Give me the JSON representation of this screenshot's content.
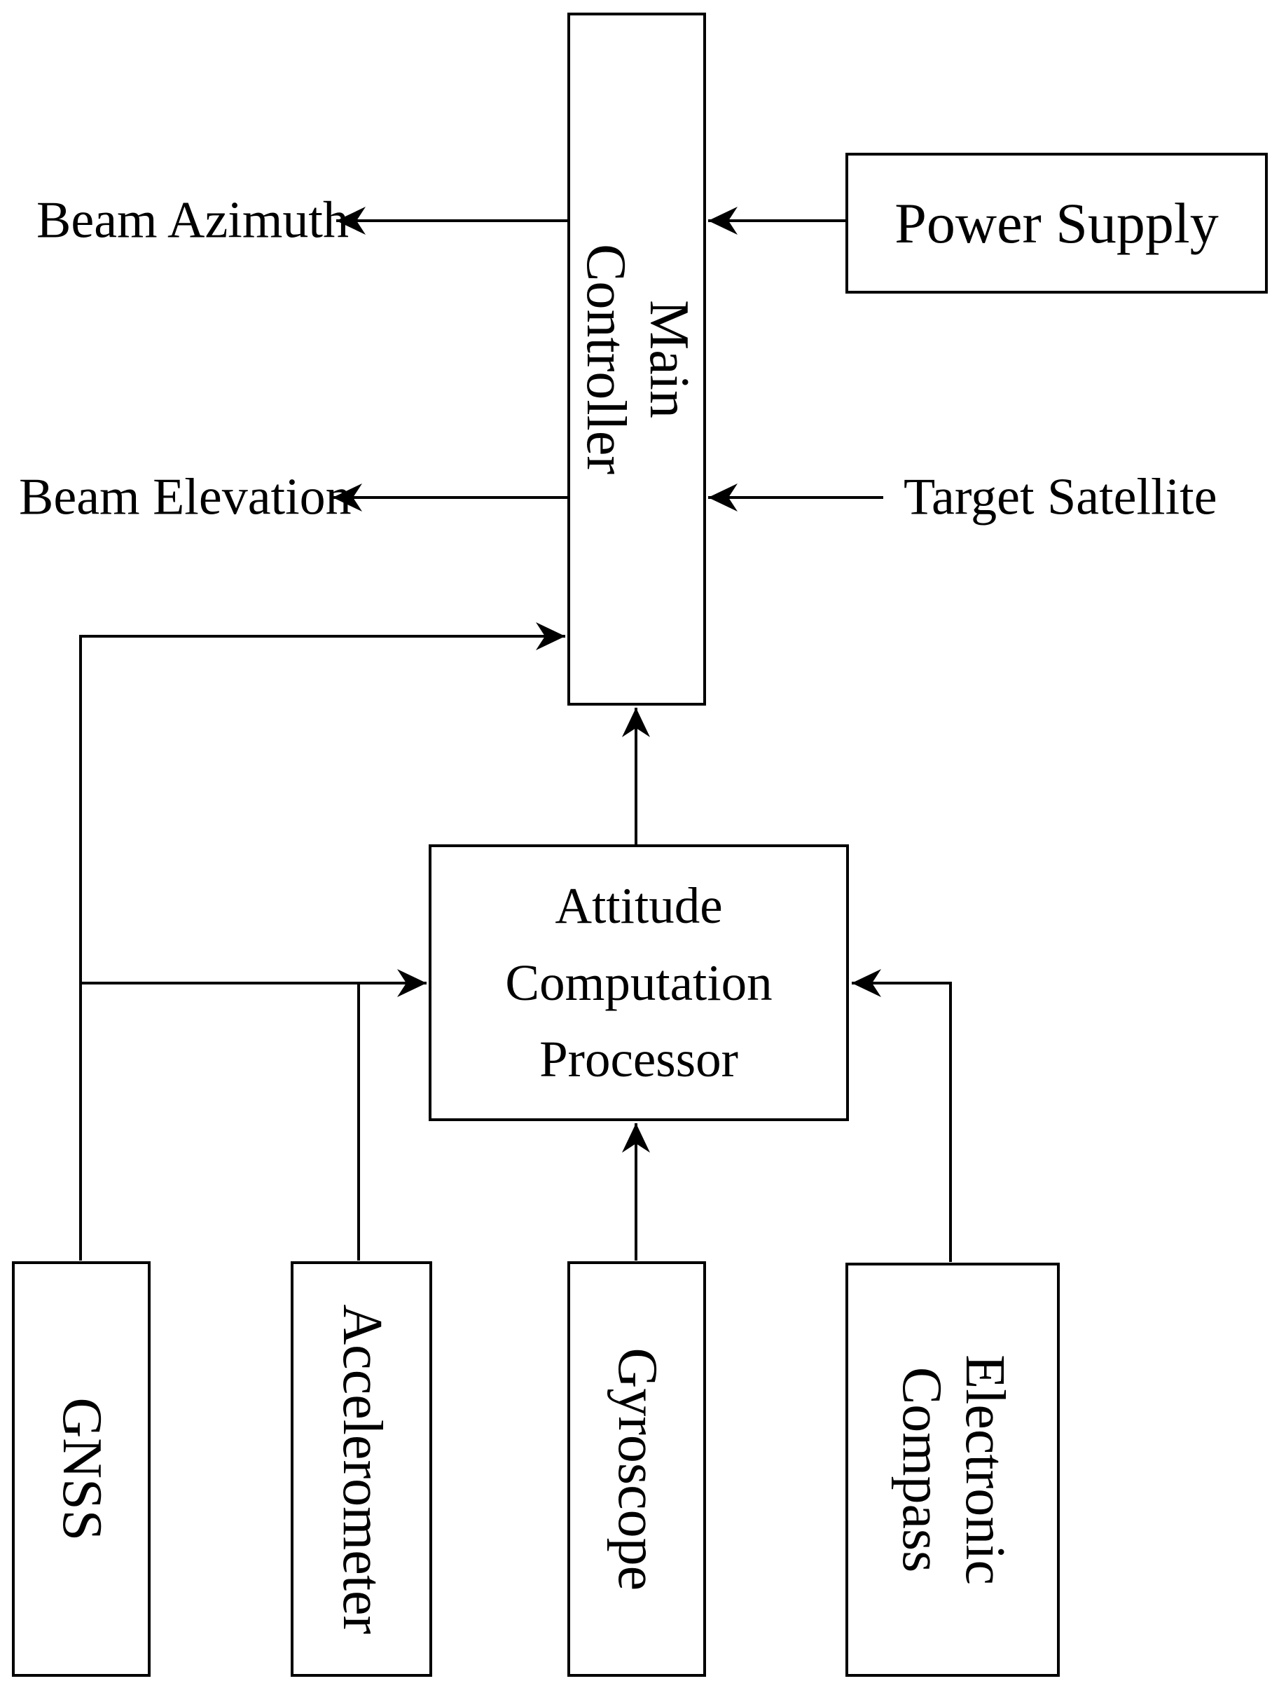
{
  "diagram": {
    "description": "Block diagram of a satellite antenna beam pointing control system",
    "colors": {
      "ink": "#000000",
      "background": "#ffffff",
      "box_fill": "#ffffff"
    },
    "nodes": [
      {
        "id": "main_controller",
        "label": "Main Controller",
        "text_orientation": "vertical"
      },
      {
        "id": "power_supply",
        "label": "Power Supply",
        "text_orientation": "horizontal"
      },
      {
        "id": "attitude_processor",
        "label": "Attitude\nComputation\nProcessor",
        "text_orientation": "horizontal"
      },
      {
        "id": "gnss",
        "label": "GNSS",
        "text_orientation": "vertical"
      },
      {
        "id": "accelerometer",
        "label": "Accelerometer",
        "text_orientation": "vertical"
      },
      {
        "id": "gyroscope",
        "label": "Gyroscope",
        "text_orientation": "vertical"
      },
      {
        "id": "electronic_compass",
        "label": "Electronic\nCompass",
        "text_orientation": "vertical"
      }
    ],
    "labels": [
      {
        "id": "beam_azimuth",
        "text": "Beam Azimuth"
      },
      {
        "id": "beam_elevation",
        "text": "Beam Elevation"
      },
      {
        "id": "target_satellite",
        "text": "Target Satellite"
      }
    ],
    "edges": [
      {
        "from": "power_supply",
        "to": "main_controller",
        "arrow": "into main_controller right side"
      },
      {
        "from": "main_controller",
        "to": "beam_azimuth",
        "arrow": "leftward output arrow"
      },
      {
        "from": "main_controller",
        "to": "beam_elevation",
        "arrow": "leftward output arrow"
      },
      {
        "from": "target_satellite",
        "to": "main_controller",
        "arrow": "into main_controller right side"
      },
      {
        "from": "attitude_processor",
        "to": "main_controller",
        "arrow": "upward into main_controller bottom"
      },
      {
        "from": "gnss",
        "to": "main_controller",
        "arrow": "up then right into main_controller left side"
      },
      {
        "from": "gnss",
        "to": "attitude_processor",
        "arrow": "right into attitude_processor left side"
      },
      {
        "from": "accelerometer",
        "to": "attitude_processor",
        "arrow": "joins gnss-to-processor line"
      },
      {
        "from": "gyroscope",
        "to": "attitude_processor",
        "arrow": "upward into attitude_processor bottom"
      },
      {
        "from": "electronic_compass",
        "to": "attitude_processor",
        "arrow": "up then left into attitude_processor right side"
      }
    ]
  }
}
